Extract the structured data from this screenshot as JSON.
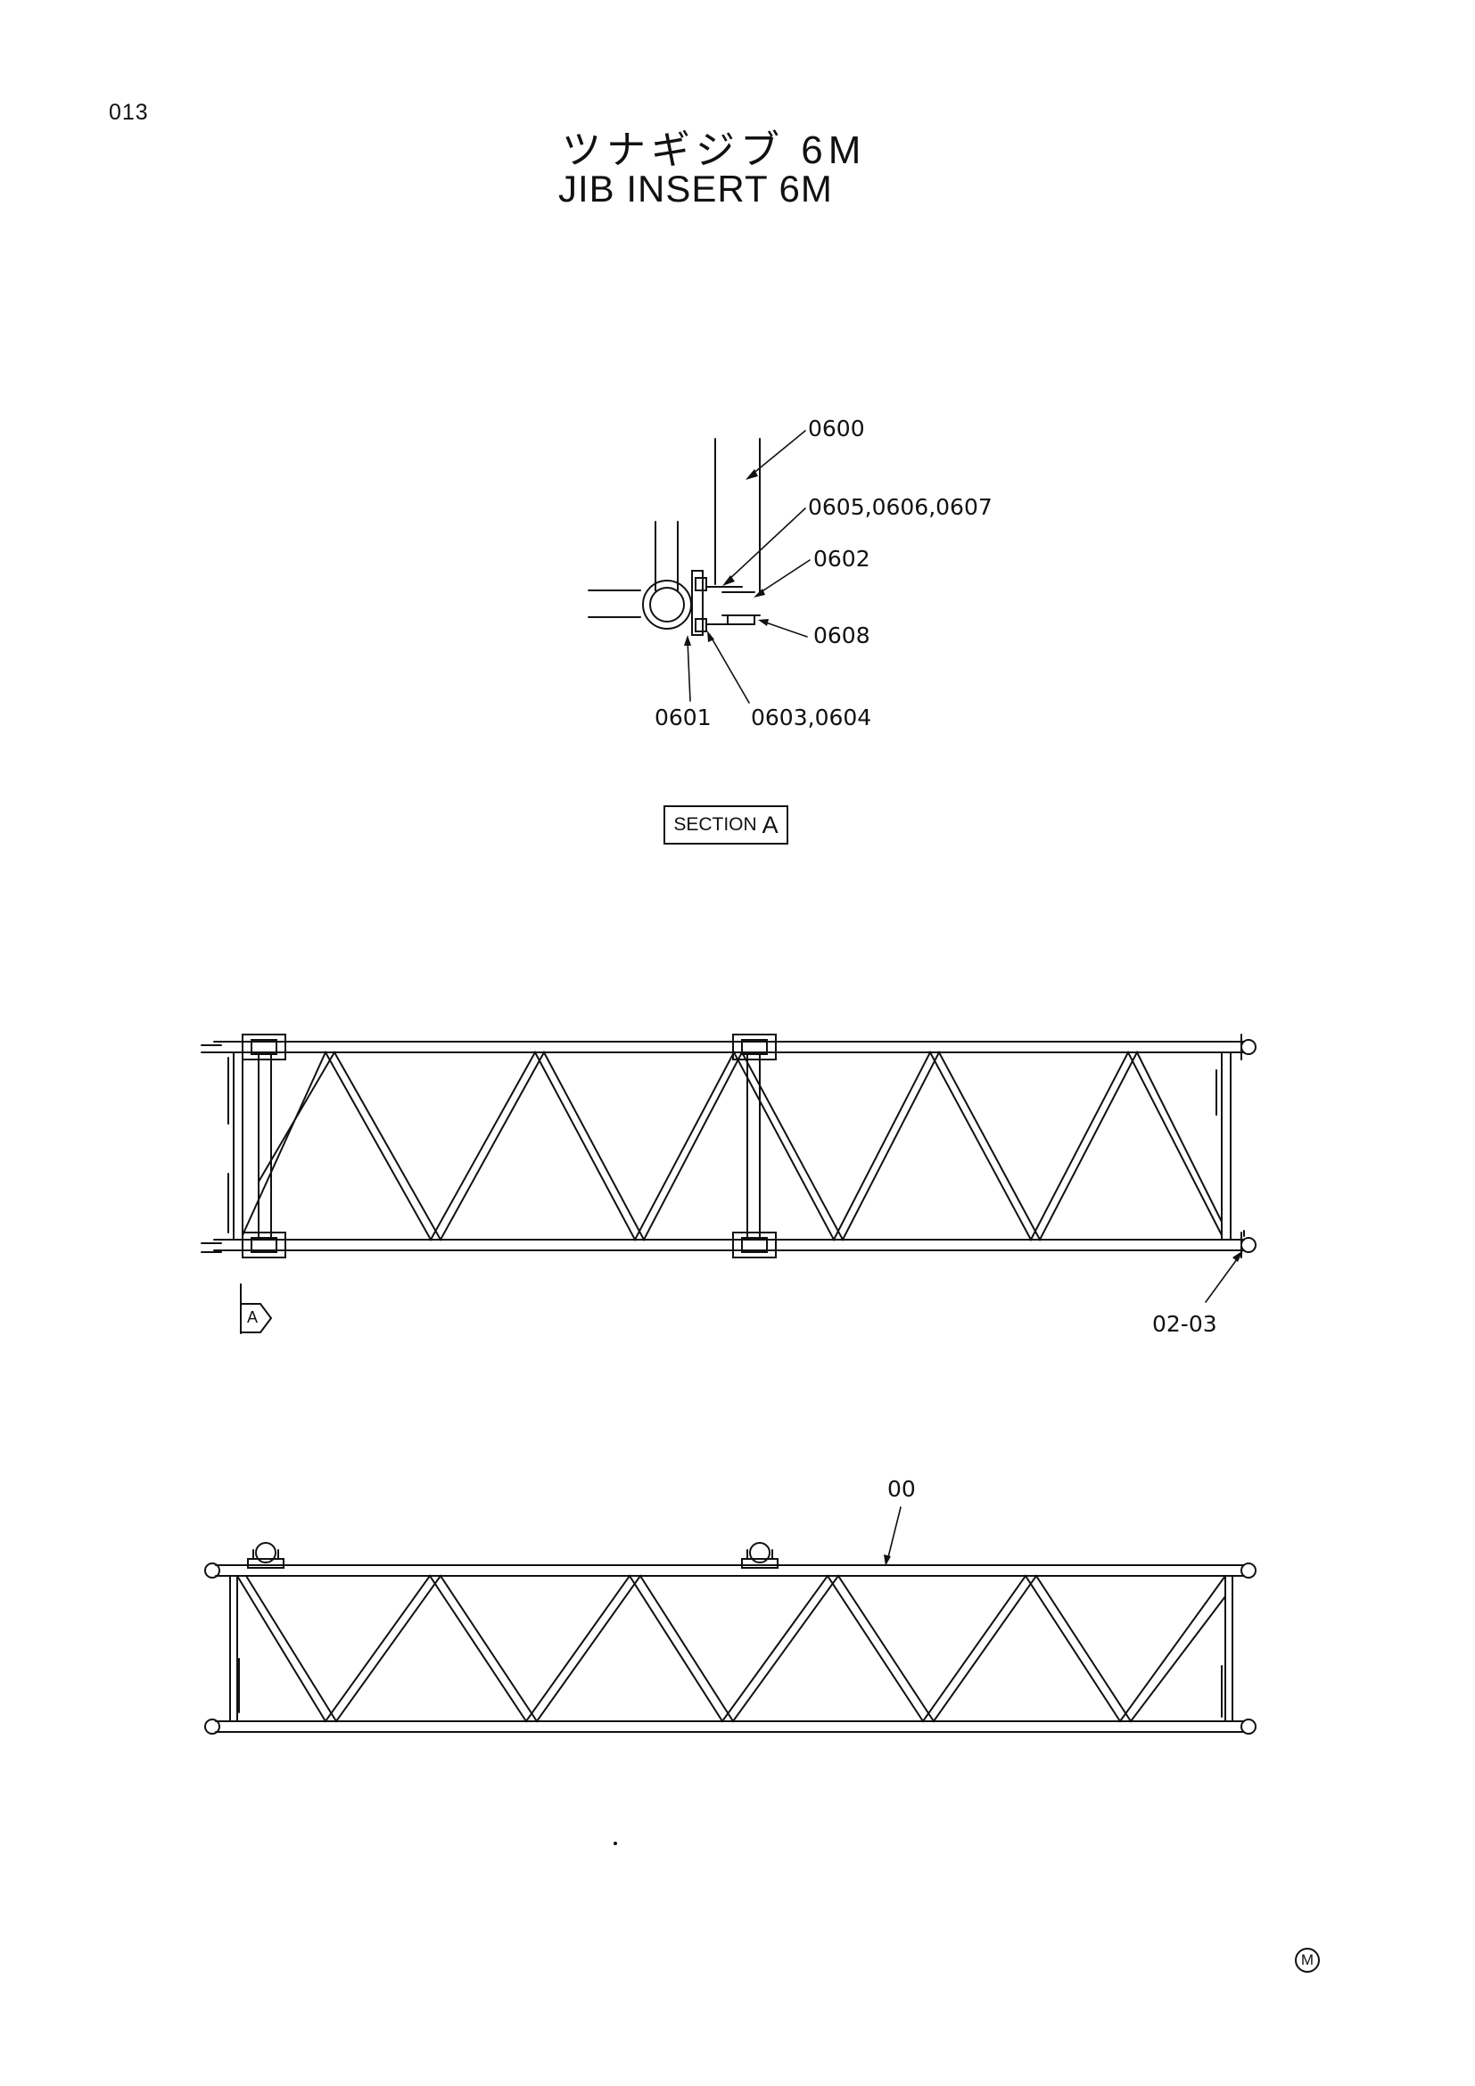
{
  "page": {
    "number": "013",
    "title_jp": "ツナギジブ 6M",
    "title_en": "JIB INSERT 6M"
  },
  "section_view": {
    "label_word": "SECTION",
    "label_letter": "A"
  },
  "callouts": {
    "c0600": "0600",
    "c0605": "0605,0606,0607",
    "c0602": "0602",
    "c0608": "0608",
    "c0601": "0601",
    "c0603": "0603,0604",
    "c0203": "02-03",
    "c00": "00"
  },
  "view_arrow_letter": "A",
  "corner_mark": "M"
}
